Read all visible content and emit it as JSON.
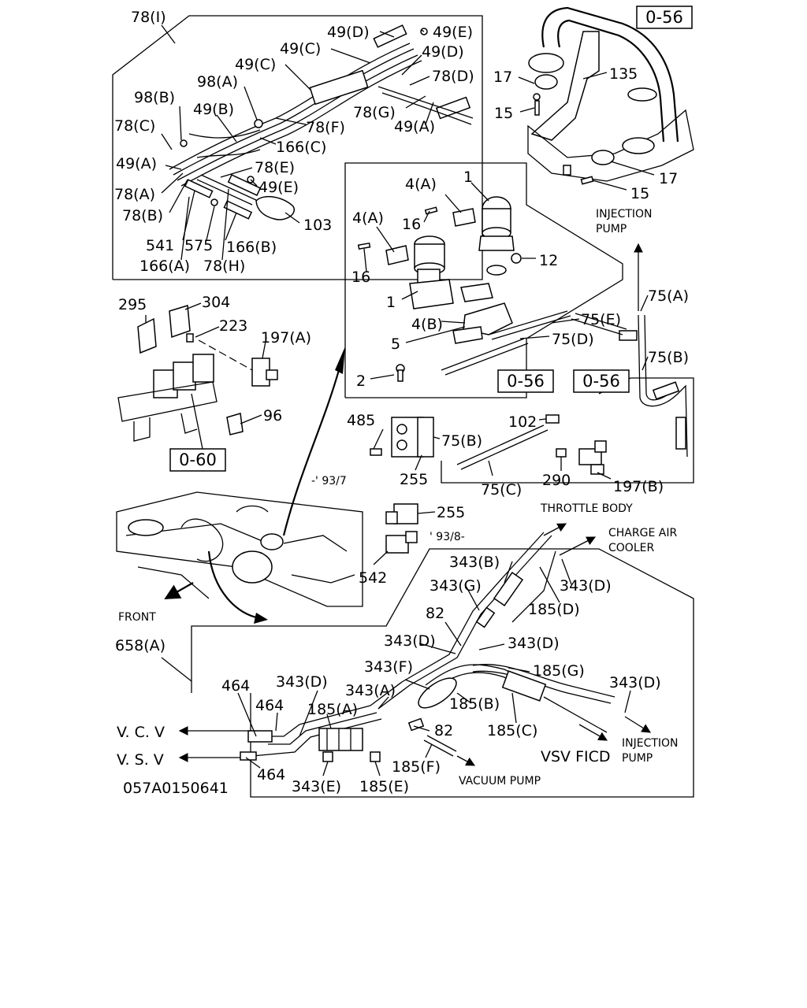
{
  "diagram": {
    "callouts": [
      {
        "id": "78-I",
        "text": "78(I)"
      },
      {
        "id": "49-D-top",
        "text": "49(D)"
      },
      {
        "id": "49-E-top",
        "text": "49(E)"
      },
      {
        "id": "49-C-1",
        "text": "49(C)"
      },
      {
        "id": "49-D-2",
        "text": "49(D)"
      },
      {
        "id": "49-C-2",
        "text": "49(C)"
      },
      {
        "id": "78-D",
        "text": "78(D)"
      },
      {
        "id": "98-A",
        "text": "98(A)"
      },
      {
        "id": "98-B",
        "text": "98(B)"
      },
      {
        "id": "49-B",
        "text": "49(B)"
      },
      {
        "id": "78-G",
        "text": "78(G)"
      },
      {
        "id": "78-C",
        "text": "78(C)"
      },
      {
        "id": "78-F",
        "text": "78(F)"
      },
      {
        "id": "49-A-r",
        "text": "49(A)"
      },
      {
        "id": "166-C",
        "text": "166(C)"
      },
      {
        "id": "49-A-l",
        "text": "49(A)"
      },
      {
        "id": "78-E",
        "text": "78(E)"
      },
      {
        "id": "49-E-2",
        "text": "49(E)"
      },
      {
        "id": "78-A",
        "text": "78(A)"
      },
      {
        "id": "78-B",
        "text": "78(B)"
      },
      {
        "id": "103",
        "text": "103"
      },
      {
        "id": "541",
        "text": "541"
      },
      {
        "id": "575",
        "text": "575"
      },
      {
        "id": "166-B",
        "text": "166(B)"
      },
      {
        "id": "166-A",
        "text": "166(A)"
      },
      {
        "id": "78-H",
        "text": "78(H)"
      },
      {
        "id": "17-top",
        "text": "17"
      },
      {
        "id": "135",
        "text": "135"
      },
      {
        "id": "15-top",
        "text": "15"
      },
      {
        "id": "17-bot",
        "text": "17"
      },
      {
        "id": "15-bot",
        "text": "15"
      },
      {
        "id": "4-A-1",
        "text": "4(A)"
      },
      {
        "id": "1-top",
        "text": "1"
      },
      {
        "id": "16-top",
        "text": "16"
      },
      {
        "id": "4-A-2",
        "text": "4(A)"
      },
      {
        "id": "12",
        "text": "12"
      },
      {
        "id": "16-bot",
        "text": "16"
      },
      {
        "id": "1-bot",
        "text": "1"
      },
      {
        "id": "4-B",
        "text": "4(B)"
      },
      {
        "id": "75-E",
        "text": "75(E)"
      },
      {
        "id": "75-D",
        "text": "75(D)"
      },
      {
        "id": "5",
        "text": "5"
      },
      {
        "id": "2",
        "text": "2"
      },
      {
        "id": "75-A",
        "text": "75(A)"
      },
      {
        "id": "75-B-r",
        "text": "75(B)"
      },
      {
        "id": "295",
        "text": "295"
      },
      {
        "id": "304",
        "text": "304"
      },
      {
        "id": "223",
        "text": "223"
      },
      {
        "id": "197-A",
        "text": "197(A)"
      },
      {
        "id": "96",
        "text": "96"
      },
      {
        "id": "485",
        "text": "485"
      },
      {
        "id": "75-B-c",
        "text": "75(B)"
      },
      {
        "id": "102",
        "text": "102"
      },
      {
        "id": "255-a",
        "text": "255"
      },
      {
        "id": "75-C",
        "text": "75(C)"
      },
      {
        "id": "290",
        "text": "290"
      },
      {
        "id": "197-B",
        "text": "197(B)"
      },
      {
        "id": "255-b",
        "text": "255"
      },
      {
        "id": "542",
        "text": "542"
      },
      {
        "id": "343-B",
        "text": "343(B)"
      },
      {
        "id": "343-D-1",
        "text": "343(D)"
      },
      {
        "id": "343-G",
        "text": "343(G)"
      },
      {
        "id": "185-D",
        "text": "185(D)"
      },
      {
        "id": "82-top",
        "text": "82"
      },
      {
        "id": "343-D-2",
        "text": "343(D)"
      },
      {
        "id": "343-D-3",
        "text": "343(D)"
      },
      {
        "id": "185-G",
        "text": "185(G)"
      },
      {
        "id": "658-A",
        "text": "658(A)"
      },
      {
        "id": "343-F",
        "text": "343(F)"
      },
      {
        "id": "343-D-4",
        "text": "343(D)"
      },
      {
        "id": "464-1",
        "text": "464"
      },
      {
        "id": "343-A",
        "text": "343(A)"
      },
      {
        "id": "185-B",
        "text": "185(B)"
      },
      {
        "id": "343-D-5",
        "text": "343(D)"
      },
      {
        "id": "464-2",
        "text": "464"
      },
      {
        "id": "185-A",
        "text": "185(A)"
      },
      {
        "id": "185-C",
        "text": "185(C)"
      },
      {
        "id": "82-bot",
        "text": "82"
      },
      {
        "id": "185-F",
        "text": "185(F)"
      },
      {
        "id": "464-3",
        "text": "464"
      },
      {
        "id": "343-E",
        "text": "343(E)"
      },
      {
        "id": "185-E",
        "text": "185(E)"
      }
    ],
    "ref_boxes": [
      {
        "id": "ref-0-56-top",
        "text": "0-56"
      },
      {
        "id": "ref-0-56-mid",
        "text": "0-56"
      },
      {
        "id": "ref-0-56-right",
        "text": "0-56"
      },
      {
        "id": "ref-0-60",
        "text": "0-60"
      }
    ],
    "notes": {
      "injection_pump_line1": "INJECTION",
      "injection_pump_line2": "PUMP",
      "throttle_body": "THROTTLE BODY",
      "until_93_7": "-' 93/7",
      "from_93_8": "' 93/8-",
      "front": "FRONT",
      "charge_air_line1": "CHARGE AIR",
      "charge_air_line2": "COOLER",
      "vcv": "V. C. V",
      "vsv_left": "V. S. V",
      "vsv_ficd": "VSV FICD",
      "injection_pump2_line1": "INJECTION",
      "injection_pump2_line2": "PUMP",
      "vacuum_pump": "VACUUM PUMP",
      "diagram_code": "057A0150641"
    }
  }
}
